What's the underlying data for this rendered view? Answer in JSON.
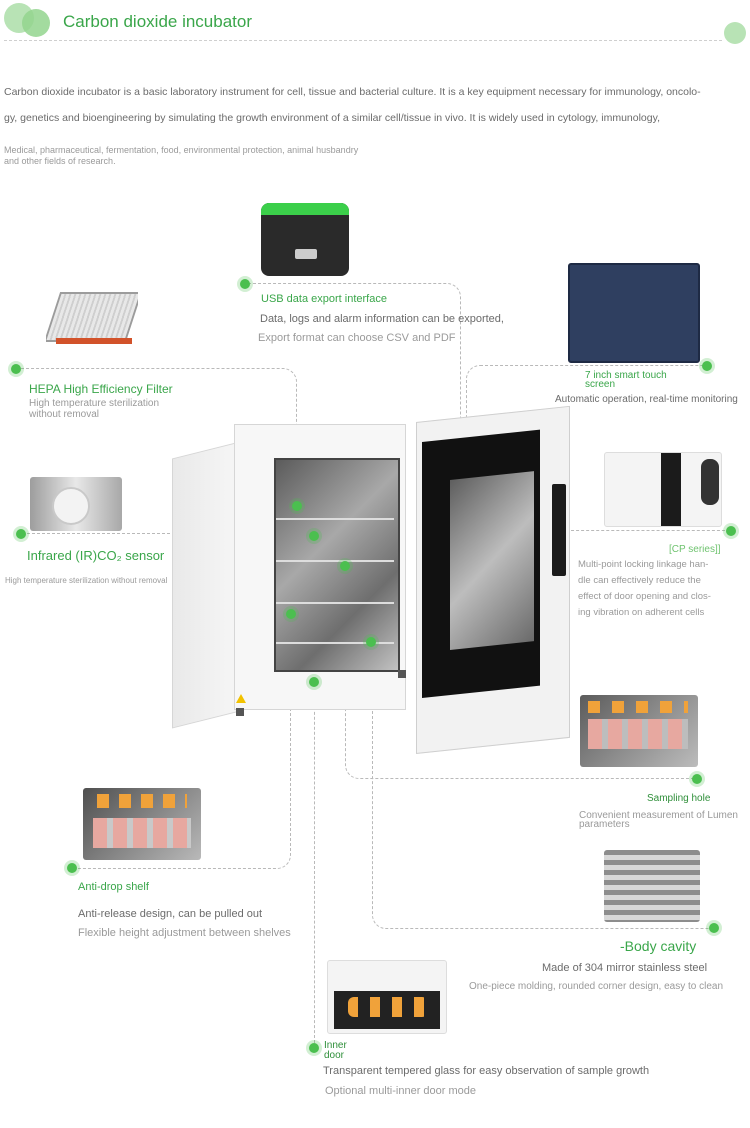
{
  "header": {
    "title": "Carbon dioxide incubator"
  },
  "intro": {
    "line1": "Carbon dioxide incubator is a basic laboratory instrument for cell, tissue and bacterial culture. It is a key equipment necessary for immunology, oncolo-",
    "line2": "gy, genetics and bioengineering by simulating the growth environment of a similar cell/tissue in vivo. It is widely used in cytology, immunology,",
    "line3": "Medical, pharmaceutical, fermentation, food, environmental protection, animal husbandry",
    "line4": "and other fields of research."
  },
  "features": {
    "usb": {
      "title": "USB data export interface",
      "desc1": "Data, logs and alarm information can be exported,",
      "desc2": "Export format can choose CSV and PDF"
    },
    "screen": {
      "title1": "7 inch smart touch",
      "title2": "screen",
      "desc": "Automatic operation, real-time monitoring"
    },
    "hepa": {
      "title": "HEPA High Efficiency Filter",
      "desc1": "High temperature sterilization",
      "desc2": "without removal"
    },
    "sensor": {
      "title": "Infrared (IR)CO₂ sensor",
      "desc": "High temperature sterilization without removal"
    },
    "lock": {
      "title": "[CP series]]",
      "desc1": "Multi-point locking linkage han-",
      "desc2": "dle can effectively reduce the",
      "desc3": "effect of door opening and clos-",
      "desc4": "ing vibration on adherent cells"
    },
    "sampling": {
      "title": "Sampling hole",
      "desc1": "Convenient measurement of Lumen",
      "desc2": "parameters"
    },
    "shelf": {
      "title": "Anti-drop shelf",
      "desc1": "Anti-release design, can be pulled out",
      "desc2": "Flexible height adjustment between shelves"
    },
    "cavity": {
      "title": "-Body cavity",
      "desc1": "Made of 304 mirror stainless steel",
      "desc2": "One-piece molding, rounded corner design, easy to clean"
    },
    "inner": {
      "title1": "Inner",
      "title2": "door",
      "desc1": "Transparent tempered glass for easy observation of sample growth",
      "desc2": "Optional multi-inner door mode"
    }
  },
  "colors": {
    "accent": "#4bbf4f",
    "line": "#b9b9b9"
  }
}
